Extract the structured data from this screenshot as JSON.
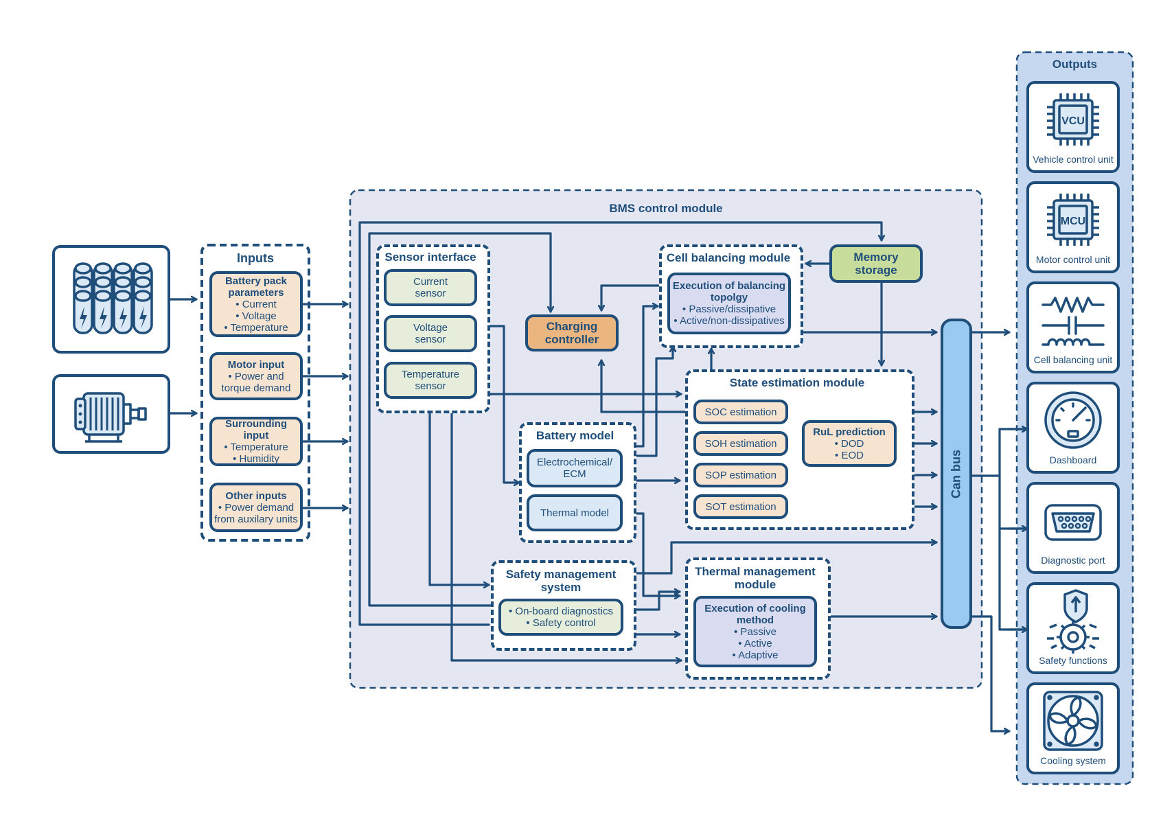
{
  "colors": {
    "line": "#1f4e7a",
    "bms_bg": "#e4e6f1",
    "outputs_bg": "#c6d8ef",
    "can_bus": "#98cbef",
    "peach": "#f7e4d0",
    "pale_green": "#e6eedb",
    "pale_blue": "#dbe9f7",
    "lavender": "#d9dcf1",
    "charging": "#ebb57f",
    "memory": "#c8dc9c"
  },
  "inputs": {
    "title": "Inputs",
    "battery_icon": "battery-pack-icon",
    "motor_icon": "electric-motor-icon",
    "battery_pack": {
      "title": "Battery pack parameters",
      "items": [
        "• Current",
        "• Voltage",
        "• Temperature"
      ]
    },
    "motor_input": {
      "title": "Motor input",
      "items": [
        "• Power and",
        "torque demand"
      ]
    },
    "surrounding_input": {
      "title": "Surrounding input",
      "items": [
        "• Temperature",
        "• Humidity"
      ]
    },
    "other_inputs": {
      "title": "Other inputs",
      "items": [
        "• Power demand",
        "from auxilary units"
      ]
    }
  },
  "bms": {
    "title": "BMS control module",
    "sensor_interface": {
      "title": "Sensor interface",
      "current": [
        "Current",
        "sensor"
      ],
      "voltage": [
        "Voltage",
        "sensor"
      ],
      "temperature": [
        "Temperature",
        "sensor"
      ]
    },
    "charging_controller": [
      "Charging",
      "controller"
    ],
    "cell_balancing": {
      "title": "Cell balancing module",
      "exec_title": [
        "Execution of balancing",
        "topolgy"
      ],
      "items": [
        "• Passive/dissipative",
        "• Active/non-dissipatives"
      ]
    },
    "memory_storage": [
      "Memory",
      "storage"
    ],
    "state_estimation": {
      "title": "State estimation module",
      "soc": "SOC estimation",
      "soh": "SOH estimation",
      "sop": "SOP estimation",
      "sot": "SOT estimation",
      "rul": {
        "title": "RuL prediction",
        "items": [
          "• DOD",
          "• EOD"
        ]
      }
    },
    "battery_model": {
      "title": "Battery model",
      "electrochemical": [
        "Electrochemical/",
        "ECM"
      ],
      "thermal": "Thermal model"
    },
    "safety": {
      "title": [
        "Safety management",
        "system"
      ],
      "items": [
        "• On-board diagnostics",
        "• Safety control"
      ]
    },
    "thermal_management": {
      "title": [
        "Thermal management",
        "module"
      ],
      "exec_title": [
        "Execution of cooling",
        "method"
      ],
      "items": [
        "• Passive",
        "• Active",
        "• Adaptive"
      ]
    }
  },
  "can_bus": "Can bus",
  "outputs": {
    "title": "Outputs",
    "items": [
      {
        "icon": "vcu-chip-icon",
        "chip": "VCU",
        "label": "Vehicle control unit"
      },
      {
        "icon": "mcu-chip-icon",
        "chip": "MCU",
        "label": "Motor control unit"
      },
      {
        "icon": "cell-balancing-circuit-icon",
        "label": "Cell balancing unit"
      },
      {
        "icon": "dashboard-gauge-icon",
        "label": "Dashboard"
      },
      {
        "icon": "diagnostic-port-icon",
        "label": "Diagnostic port"
      },
      {
        "icon": "safety-gear-shield-icon",
        "label": "Safety functions"
      },
      {
        "icon": "cooling-fan-icon",
        "label": "Cooling system"
      }
    ]
  }
}
